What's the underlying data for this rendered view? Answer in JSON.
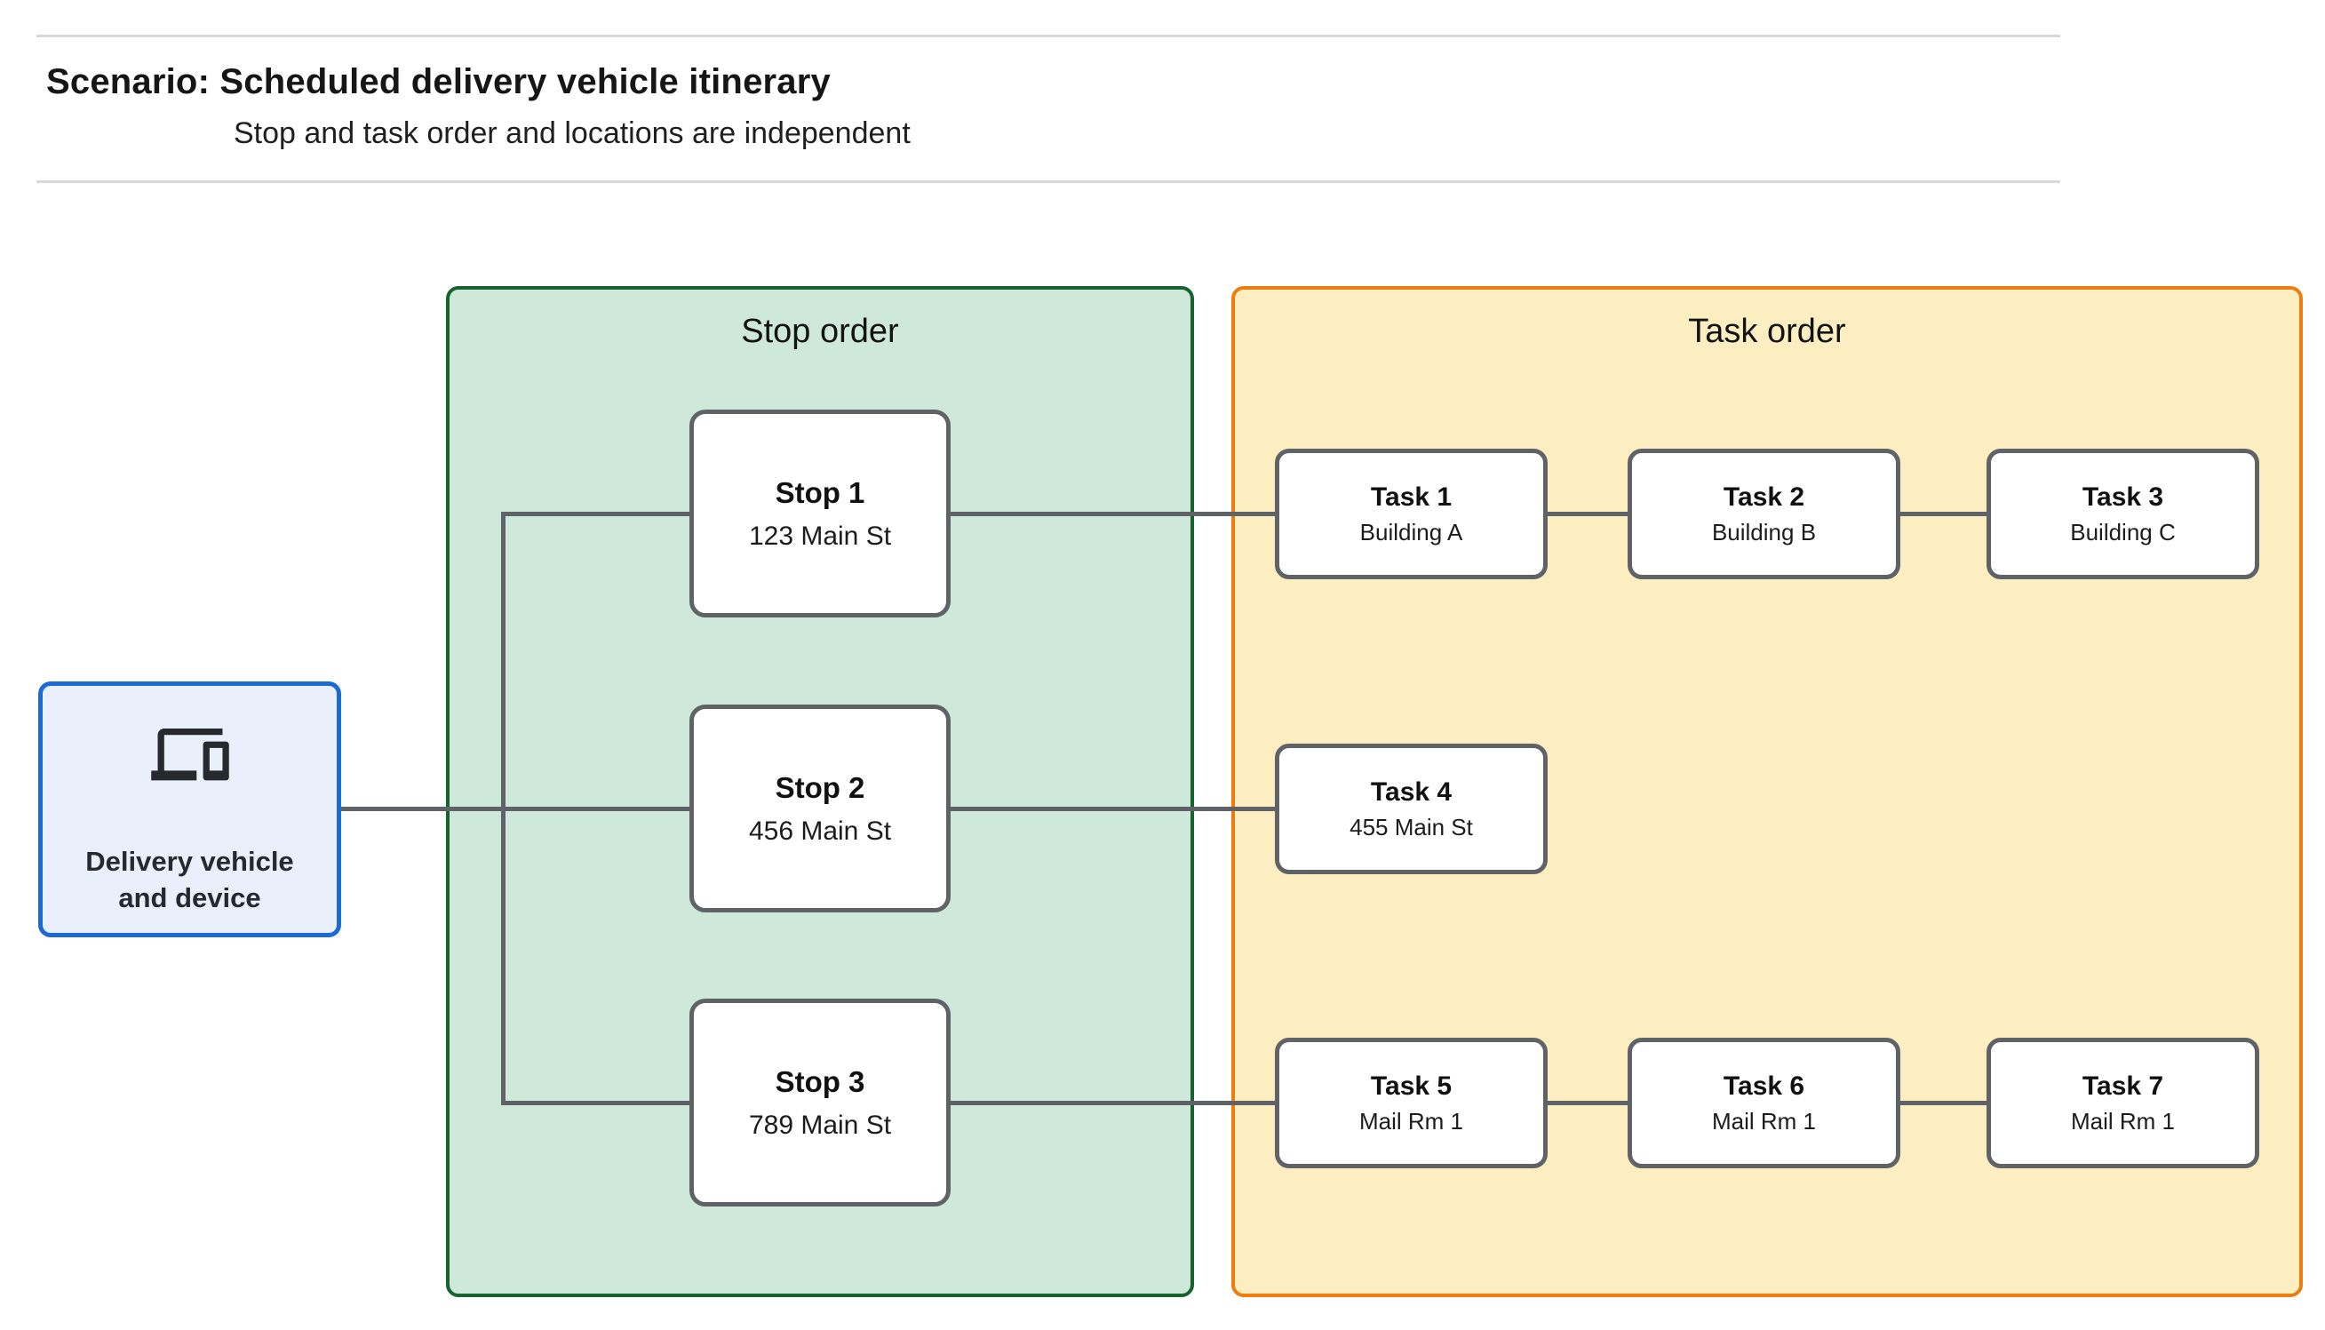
{
  "header": {
    "title_prefix": "Scenario:",
    "title": "Scheduled delivery vehicle itinerary",
    "subtitle": "Stop and task order and locations are independent"
  },
  "vehicle": {
    "icon": "devices-icon",
    "label_lines": [
      "Delivery vehicle",
      "and device"
    ]
  },
  "panels": [
    {
      "id": "stop-order",
      "title": "Stop order"
    },
    {
      "id": "task-order",
      "title": "Task order"
    }
  ],
  "stops": [
    {
      "name": "Stop 1",
      "address": "123 Main St"
    },
    {
      "name": "Stop 2",
      "address": "456 Main St"
    },
    {
      "name": "Stop 3",
      "address": "789 Main St"
    }
  ],
  "tasks": [
    {
      "name": "Task 1",
      "location": "Building A"
    },
    {
      "name": "Task 2",
      "location": "Building B"
    },
    {
      "name": "Task 3",
      "location": "Building C"
    },
    {
      "name": "Task 4",
      "location": "455 Main St"
    },
    {
      "name": "Task 5",
      "location": "Mail Rm 1"
    },
    {
      "name": "Task 6",
      "location": "Mail Rm 1"
    },
    {
      "name": "Task 7",
      "location": "Mail Rm 1"
    }
  ],
  "colors": {
    "stop_panel_fill": "#cee8d9",
    "stop_panel_border": "#17632e",
    "task_panel_fill": "#fdeec2",
    "task_panel_border": "#ed7d0f",
    "vehicle_fill": "#e9f0fc",
    "vehicle_border": "#1c6ad6",
    "node_border": "#5f6368",
    "connector": "#5f6368",
    "rule": "#d8d8d8"
  }
}
